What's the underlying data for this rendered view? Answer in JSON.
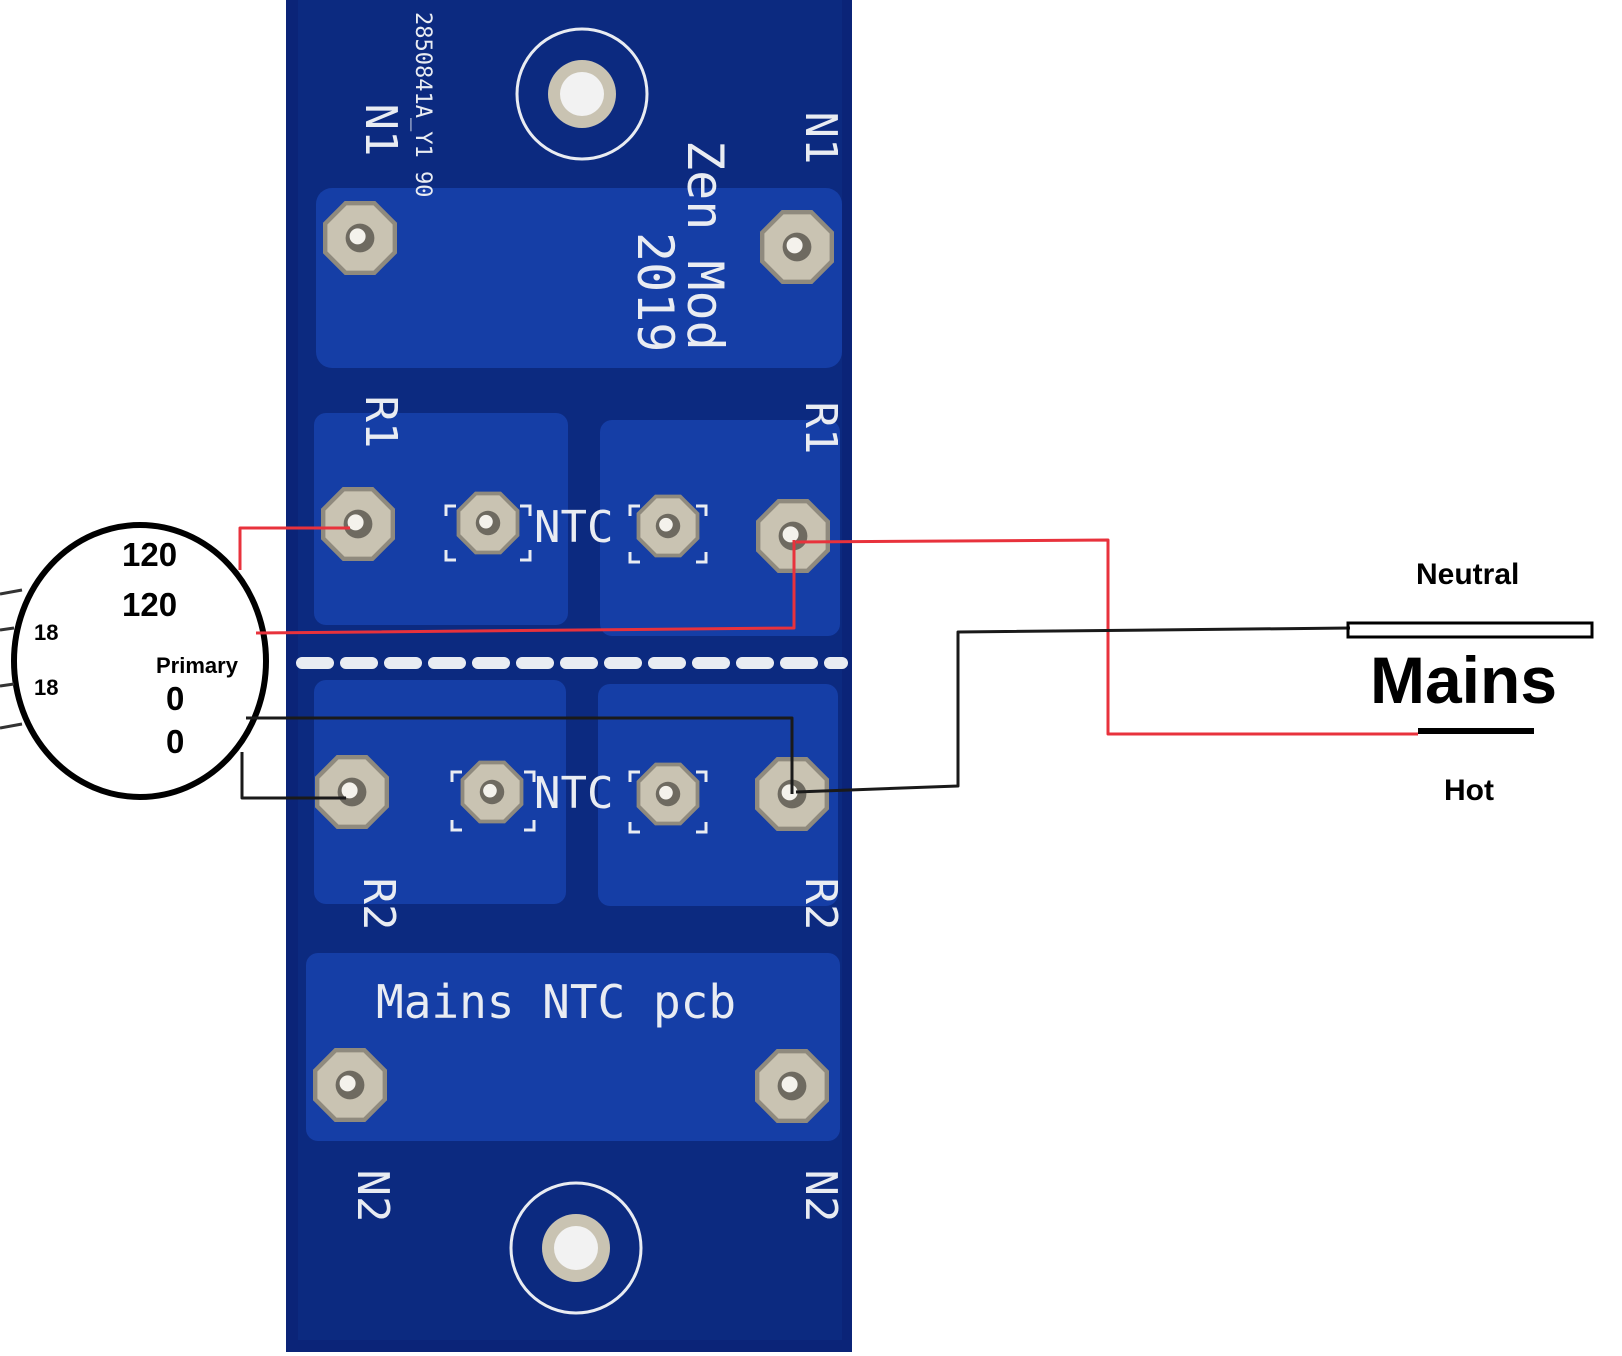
{
  "pcb": {
    "part_number": "2850841A_Y1 90",
    "brand": "Zen Mod",
    "year": "2019",
    "title": "Mains NTC pcb",
    "ntc_label": "NTC",
    "pad_labels": {
      "n1_left": "N1",
      "n1_right": "N1",
      "r1_left": "R1",
      "r1_right": "R1",
      "r2_left": "R2",
      "r2_right": "R2",
      "n2_left": "N2",
      "n2_right": "N2"
    },
    "colors": {
      "board": "#0c2a80",
      "copper_pour": "#153ea6",
      "pad": "#c9c3b2",
      "silkscreen": "#e9ecf2"
    }
  },
  "transformer": {
    "labels": {
      "top_120": "120",
      "second_120": "120",
      "left_18_top": "18",
      "left_18_bottom": "18",
      "primary": "Primary",
      "zero_top": "0",
      "zero_bottom": "0"
    }
  },
  "mains": {
    "title": "Mains",
    "neutral_label": "Neutral",
    "hot_label": "Hot"
  },
  "wires": {
    "colors": {
      "hot": "#e8323c",
      "neutral": "#1a1a1a"
    }
  }
}
